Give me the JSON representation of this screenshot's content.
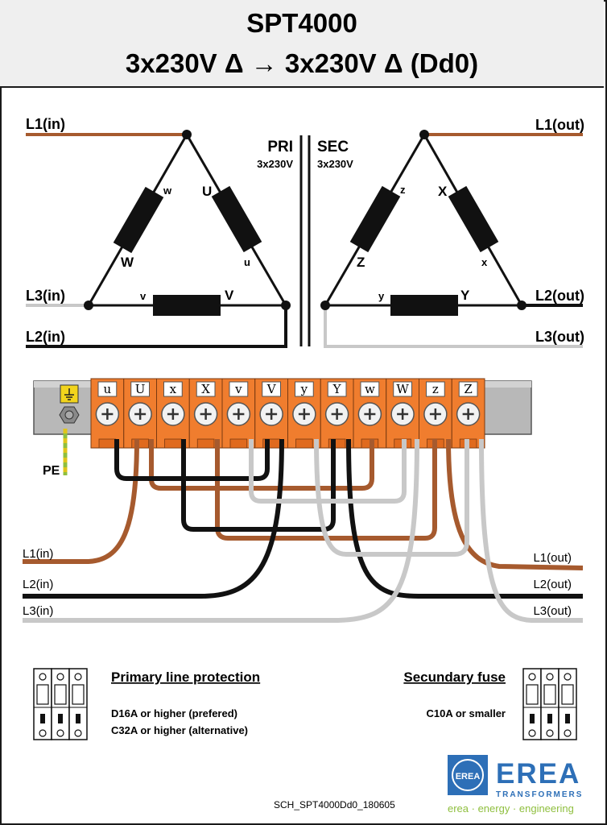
{
  "header": {
    "title": "SPT4000",
    "subtitle": "3x230V Δ → 3x230V Δ  (Dd0)"
  },
  "primary": {
    "label": "PRI",
    "voltage": "3x230V",
    "lines": {
      "l1": "L1(in)",
      "l2": "L2(in)",
      "l3": "L3(in)"
    },
    "windings": {
      "w_small": "w",
      "W_big": "W",
      "U_big": "U",
      "u_small": "u",
      "v_small": "v",
      "V_big": "V"
    }
  },
  "secondary": {
    "label": "SEC",
    "voltage": "3x230V",
    "lines": {
      "l1": "L1(out)",
      "l2": "L2(out)",
      "l3": "L3(out)"
    },
    "windings": {
      "z_small": "z",
      "Z_big": "Z",
      "X_big": "X",
      "x_small": "x",
      "y_small": "y",
      "Y_big": "Y"
    }
  },
  "terminal_block": {
    "terminals": [
      "u",
      "U",
      "x",
      "X",
      "v",
      "V",
      "y",
      "Y",
      "w",
      "W",
      "z",
      "Z"
    ],
    "pe_label": "PE"
  },
  "wiring_lines": {
    "in": [
      "L1(in)",
      "L2(in)",
      "L3(in)"
    ],
    "out": [
      "L1(out)",
      "L2(out)",
      "L3(out)"
    ]
  },
  "protection": {
    "primary_title": "Primary line protection",
    "primary_line1": "D16A or higher (prefered)",
    "primary_line2": "C32A or higher (alternative)",
    "secondary_title": "Secundary fuse",
    "secondary_line1": "C10A or smaller"
  },
  "footer": {
    "code": "SCH_SPT4000Dd0_180605"
  },
  "logo": {
    "mark": "EREA",
    "name": "EREA",
    "subtitle": "TRANSFORMERS",
    "tagline": "erea · energy · engineering"
  },
  "colors": {
    "brown": "#a65a2e",
    "black": "#111111",
    "grey": "#c8c8c8",
    "orange": "#f07d2e",
    "blue": "#2d6fb7",
    "green": "#8fbf3f"
  }
}
